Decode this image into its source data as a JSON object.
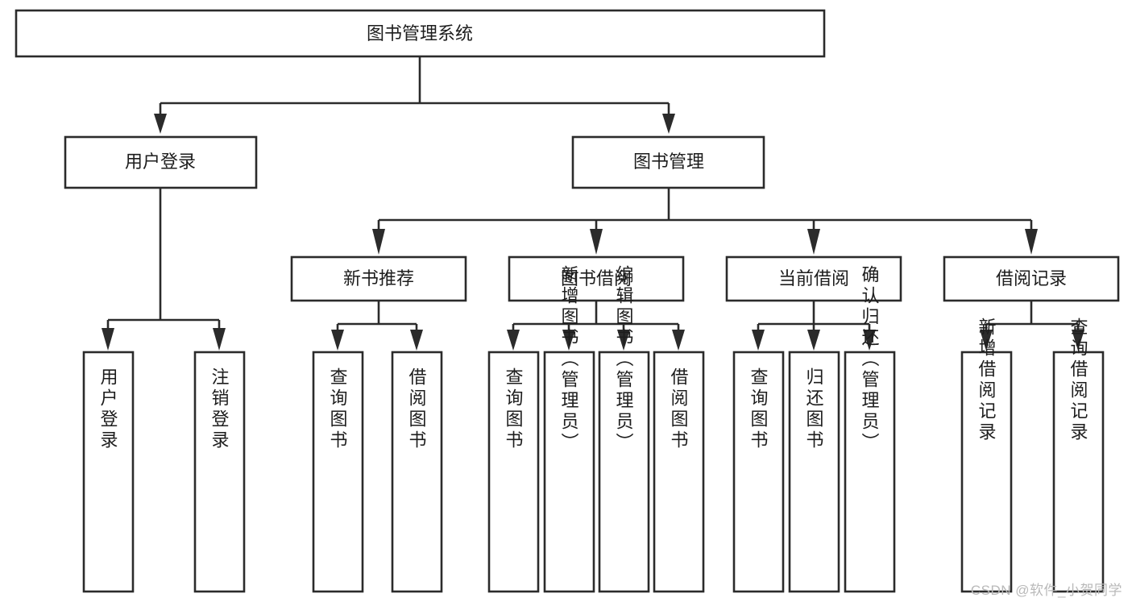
{
  "diagram": {
    "type": "tree-flowchart",
    "title": "图书管理系统",
    "watermark": "CSDN @软件_小贺同学",
    "colors": {
      "box_stroke": "#2b2b2b",
      "box_fill": "#ffffff",
      "text": "#1d1d1d",
      "connector": "#2b2b2b",
      "watermark": "#b9b9b9",
      "background": "#ffffff"
    },
    "levels": [
      {
        "level": 1,
        "nodes": [
          {
            "id": "root",
            "label": "图书管理系统",
            "orientation": "horizontal"
          }
        ]
      },
      {
        "level": 2,
        "nodes": [
          {
            "id": "login",
            "label": "用户登录",
            "orientation": "horizontal",
            "parent": "root"
          },
          {
            "id": "bookmgmt",
            "label": "图书管理",
            "orientation": "horizontal",
            "parent": "root"
          }
        ]
      },
      {
        "level": 3,
        "nodes": [
          {
            "id": "newrec",
            "label": "新书推荐",
            "orientation": "horizontal",
            "parent": "bookmgmt"
          },
          {
            "id": "borrow",
            "label": "图书借阅",
            "orientation": "horizontal",
            "parent": "bookmgmt"
          },
          {
            "id": "current",
            "label": "当前借阅",
            "orientation": "horizontal",
            "parent": "bookmgmt"
          },
          {
            "id": "records",
            "label": "借阅记录",
            "orientation": "horizontal",
            "parent": "bookmgmt"
          }
        ]
      },
      {
        "level": 4,
        "nodes": [
          {
            "id": "leaf1",
            "label": "用户登录",
            "orientation": "vertical",
            "parent": "login"
          },
          {
            "id": "leaf2",
            "label": "注销登录",
            "orientation": "vertical",
            "parent": "login"
          },
          {
            "id": "leaf3",
            "label": "查询图书",
            "orientation": "vertical",
            "parent": "newrec"
          },
          {
            "id": "leaf4",
            "label": "借阅图书",
            "orientation": "vertical",
            "parent": "newrec"
          },
          {
            "id": "leaf5",
            "label": "查询图书",
            "orientation": "vertical",
            "parent": "borrow"
          },
          {
            "id": "leaf6",
            "label": "新增图书（管理员）",
            "orientation": "vertical",
            "parent": "borrow"
          },
          {
            "id": "leaf7",
            "label": "编辑图书（管理员）",
            "orientation": "vertical",
            "parent": "borrow"
          },
          {
            "id": "leaf8",
            "label": "借阅图书",
            "orientation": "vertical",
            "parent": "borrow"
          },
          {
            "id": "leaf9",
            "label": "查询图书",
            "orientation": "vertical",
            "parent": "current"
          },
          {
            "id": "leaf10",
            "label": "归还图书",
            "orientation": "vertical",
            "parent": "current"
          },
          {
            "id": "leaf11",
            "label": "确认归还（管理员）",
            "orientation": "vertical",
            "parent": "current"
          },
          {
            "id": "leaf12",
            "label": "新增借阅记录",
            "orientation": "vertical",
            "parent": "records"
          },
          {
            "id": "leaf13",
            "label": "查询借阅记录",
            "orientation": "vertical",
            "parent": "records"
          }
        ]
      }
    ]
  }
}
